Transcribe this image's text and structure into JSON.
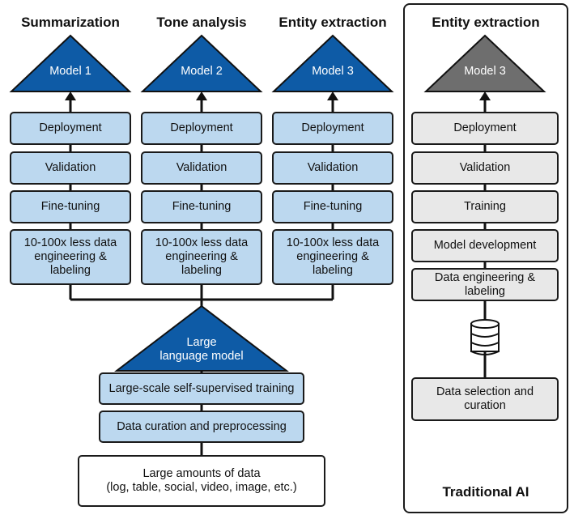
{
  "columns": [
    {
      "heading": "Summarization",
      "model": "Model 1",
      "deployment": "Deployment",
      "validation": "Validation",
      "finetuning": "Fine-tuning",
      "data": "10-100x less data\nengineering &\nlabeling"
    },
    {
      "heading": "Tone analysis",
      "model": "Model 2",
      "deployment": "Deployment",
      "validation": "Validation",
      "finetuning": "Fine-tuning",
      "data": "10-100x less data\nengineering &\nlabeling"
    },
    {
      "heading": "Entity extraction",
      "model": "Model 3",
      "deployment": "Deployment",
      "validation": "Validation",
      "finetuning": "Fine-tuning",
      "data": "10-100x less data\nengineering &\nlabeling"
    }
  ],
  "llm": {
    "label": "Large\nlanguage model",
    "training": "Large-scale self-supervised training",
    "curation": "Data curation and preprocessing",
    "data": "Large amounts of data\n(log, table, social, video, image, etc.)"
  },
  "traditional": {
    "heading": "Entity extraction",
    "model": "Model 3",
    "deployment": "Deployment",
    "validation": "Validation",
    "training": "Training",
    "model_development": "Model development",
    "data_engineering": "Data engineering & labeling",
    "data_selection": "Data selection and\ncuration",
    "footer": "Traditional AI"
  },
  "colors": {
    "model_blue": "#0e5ba6",
    "box_blue": "#bcd8ef",
    "model_grey": "#6e6e6e",
    "box_grey": "#e8e8e8"
  }
}
